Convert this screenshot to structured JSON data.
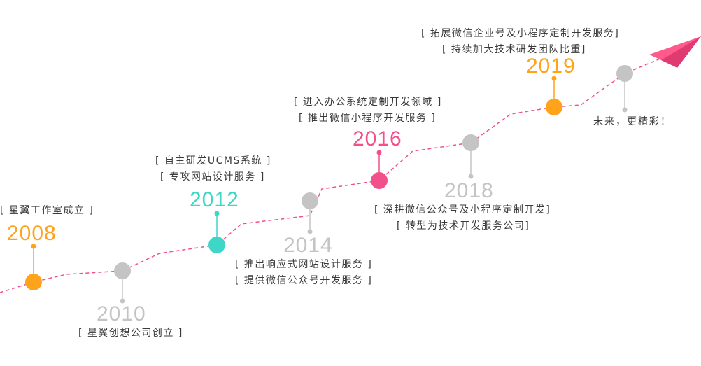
{
  "colors": {
    "orange": "#ffa31a",
    "gray": "#c4c4c4",
    "teal": "#3fd6c8",
    "pink": "#f2508a",
    "line": "#f2508a",
    "arrow": "#ff5a8c"
  },
  "milestones": [
    {
      "year": "2008",
      "color": "orange",
      "lines": [
        "[ 星翼工作室成立 ]"
      ]
    },
    {
      "year": "2010",
      "color": "gray",
      "lines": [
        "[ 星翼创想公司创立 ]"
      ]
    },
    {
      "year": "2012",
      "color": "teal",
      "lines": [
        "[ 自主研发UCMS系统 ]",
        "[ 专攻网站设计服务 ]"
      ]
    },
    {
      "year": "2014",
      "color": "gray",
      "lines": [
        "[ 推出响应式网站设计服务 ]",
        "[ 提供微信公众号开发服务 ]"
      ]
    },
    {
      "year": "2016",
      "color": "pink",
      "lines": [
        "[ 进入办公系统定制开发领域 ]",
        "[ 推出微信小程序开发服务 ]"
      ]
    },
    {
      "year": "2018",
      "color": "gray",
      "lines": [
        "[ 深耕微信公众号及小程序定制开发]",
        "[ 转型为技术开发服务公司]"
      ]
    },
    {
      "year": "2019",
      "color": "orange",
      "lines": [
        "[ 拓展微信企业号及小程序定制开发服务]",
        "[ 持续加大技术研发团队比重]"
      ]
    }
  ],
  "future": {
    "label": "未来，更精彩！"
  }
}
